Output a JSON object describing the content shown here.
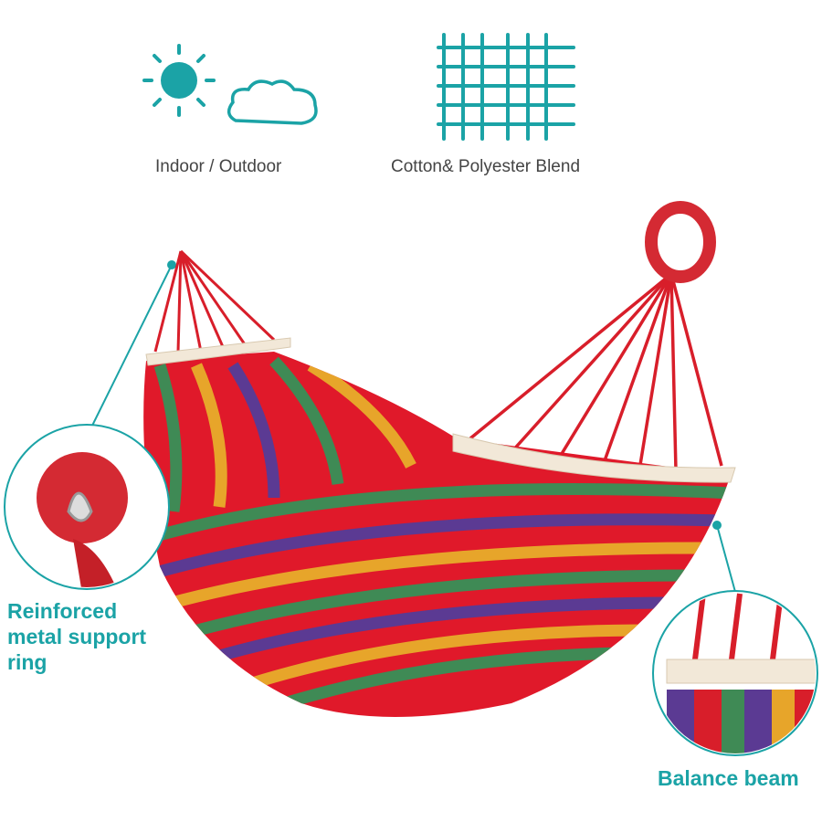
{
  "features": [
    {
      "label": "Indoor / Outdoor",
      "icons": [
        "sun-icon",
        "cloud-icon"
      ]
    },
    {
      "label": "Cotton& Polyester Blend",
      "icons": [
        "weave-icon"
      ]
    }
  ],
  "callouts": {
    "ring": {
      "line1": "Reinforced",
      "line2": "metal support",
      "line3": "ring"
    },
    "beam": {
      "label": "Balance beam"
    }
  },
  "colors": {
    "accent": "#1ba3a6",
    "stripes": [
      "#e0192a",
      "#5b3a93",
      "#3f8a55",
      "#e7a52a",
      "#d41f2c"
    ]
  }
}
